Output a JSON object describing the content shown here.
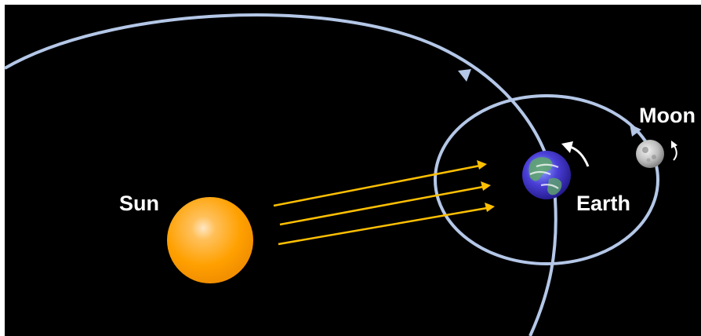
{
  "labels": {
    "sun": "Sun",
    "earth": "Earth",
    "moon": "Moon"
  },
  "colors": {
    "background": "#000000",
    "orbit": "#b4c7e7",
    "sunlight_arrows": "#ffc000",
    "sun": "#ffa000",
    "rotation_arrows": "#ffffff"
  },
  "icons": {
    "sun": "sun-icon",
    "earth": "earth-icon",
    "moon": "moon-icon"
  }
}
